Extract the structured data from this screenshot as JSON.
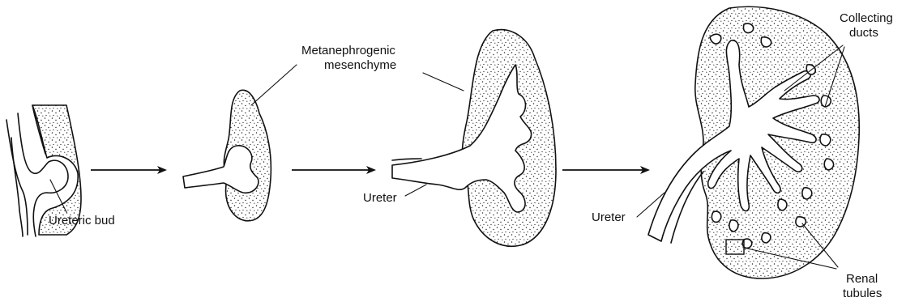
{
  "labels": {
    "ureteric_bud": "Ureteric bud",
    "metanephrogenic_line1": "Metanephrogenic",
    "metanephrogenic_line2": "mesenchyme",
    "ureter_stage3": "Ureter",
    "ureter_stage4": "Ureter",
    "collecting_line1": "Collecting",
    "collecting_line2": "ducts",
    "renal_line1": "Renal",
    "renal_line2": "tubules"
  },
  "stages": [
    "stage-1",
    "stage-2",
    "stage-3",
    "stage-4"
  ]
}
